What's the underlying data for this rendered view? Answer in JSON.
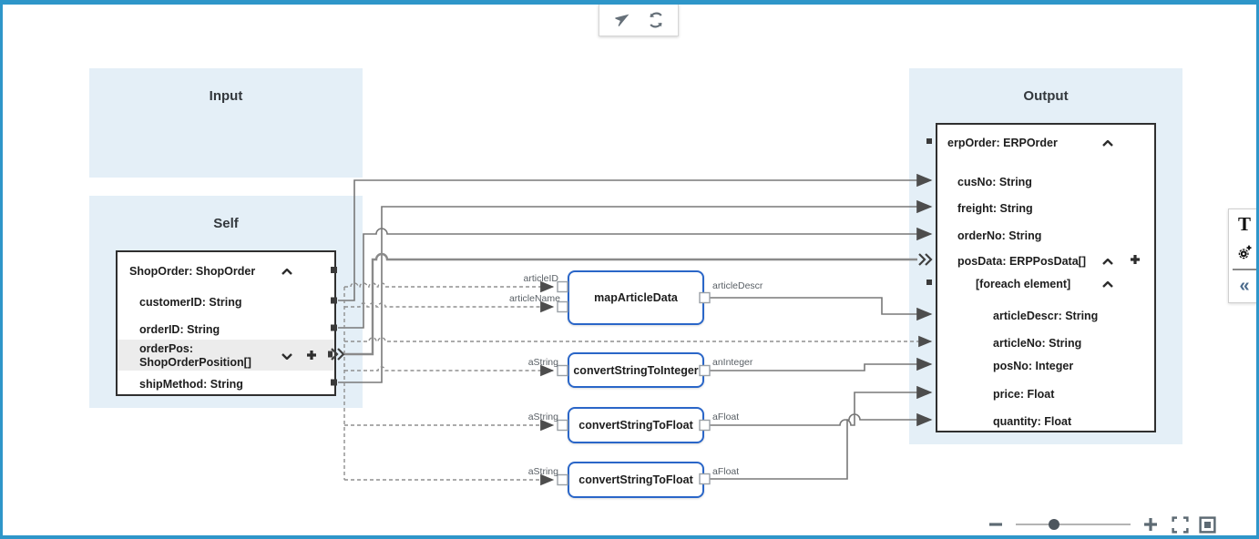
{
  "frame": {
    "accent_color": "#2e96c9"
  },
  "top_toolbar": {
    "icons": [
      "navigate-icon",
      "refresh-icon"
    ]
  },
  "panels": {
    "input": {
      "title": "Input"
    },
    "self": {
      "title": "Self",
      "root": "ShopOrder: ShopOrder",
      "fields": [
        "customerID: String",
        "orderID: String",
        "orderPos: ShopOrderPosition[]",
        "shipMethod: String"
      ],
      "selected_field": "orderPos: ShopOrderPosition[]"
    },
    "output": {
      "title": "Output",
      "rows": [
        {
          "label": "erpOrder: ERPOrder"
        },
        {
          "label": "cusNo: String"
        },
        {
          "label": "freight: String"
        },
        {
          "label": "orderNo: String"
        },
        {
          "label": "posData: ERPPosData[]"
        },
        {
          "label": "[foreach element]"
        },
        {
          "label": "articleDescr: String"
        },
        {
          "label": "articleNo: String"
        },
        {
          "label": "posNo: Integer"
        },
        {
          "label": "price: Float"
        },
        {
          "label": "quantity: Float"
        }
      ]
    }
  },
  "functions": [
    {
      "name": "mapArticleData",
      "inputs": [
        "articleID",
        "articleName"
      ],
      "outputs": [
        "articleDescr"
      ]
    },
    {
      "name": "convertStringToInteger",
      "inputs": [
        "aString"
      ],
      "outputs": [
        "anInteger"
      ]
    },
    {
      "name": "convertStringToFloat",
      "inputs": [
        "aString"
      ],
      "outputs": [
        "aFloat"
      ]
    },
    {
      "name": "convertStringToFloat",
      "inputs": [
        "aString"
      ],
      "outputs": [
        "aFloat"
      ]
    }
  ],
  "connections": [
    {
      "from": "ShopOrder.customerID",
      "to": "erpOrder.cusNo",
      "style": "solid"
    },
    {
      "from": "ShopOrder.orderID",
      "to": "erpOrder.orderNo",
      "style": "solid"
    },
    {
      "from": "ShopOrder.shipMethod",
      "to": "erpOrder.freight",
      "style": "solid"
    },
    {
      "from": "ShopOrder.orderPos",
      "to": "erpOrder.posData",
      "style": "solid-collection"
    },
    {
      "from": "orderPos",
      "to": "mapArticleData.articleID",
      "style": "dashed"
    },
    {
      "from": "orderPos",
      "to": "mapArticleData.articleName",
      "style": "dashed"
    },
    {
      "from": "orderPos",
      "to": "posData.articleNo",
      "style": "dashed"
    },
    {
      "from": "orderPos",
      "to": "convertStringToInteger.aString",
      "style": "dashed"
    },
    {
      "from": "orderPos",
      "to": "convertStringToFloat.aString",
      "style": "dashed"
    },
    {
      "from": "orderPos",
      "to": "convertStringToFloat.aString",
      "style": "dashed"
    },
    {
      "from": "mapArticleData.articleDescr",
      "to": "posData.articleDescr",
      "style": "solid"
    },
    {
      "from": "convertStringToInteger.anInteger",
      "to": "posData.posNo",
      "style": "solid"
    },
    {
      "from": "convertStringToFloat.aFloat",
      "to": "posData.price",
      "style": "solid"
    },
    {
      "from": "convertStringToFloat.aFloat",
      "to": "posData.quantity",
      "style": "solid"
    }
  ],
  "right_toolbar": {
    "icons": [
      "text-tool-icon",
      "function-gear-icon",
      "collapse-panel-icon"
    ],
    "collapse_glyph": "«",
    "text_glyph": "T"
  },
  "zoom_controls": {
    "icons": [
      "zoom-out-icon",
      "zoom-slider",
      "zoom-in-icon",
      "fullscreen-icon",
      "overview-icon"
    ],
    "slider_position_pct": 30
  }
}
